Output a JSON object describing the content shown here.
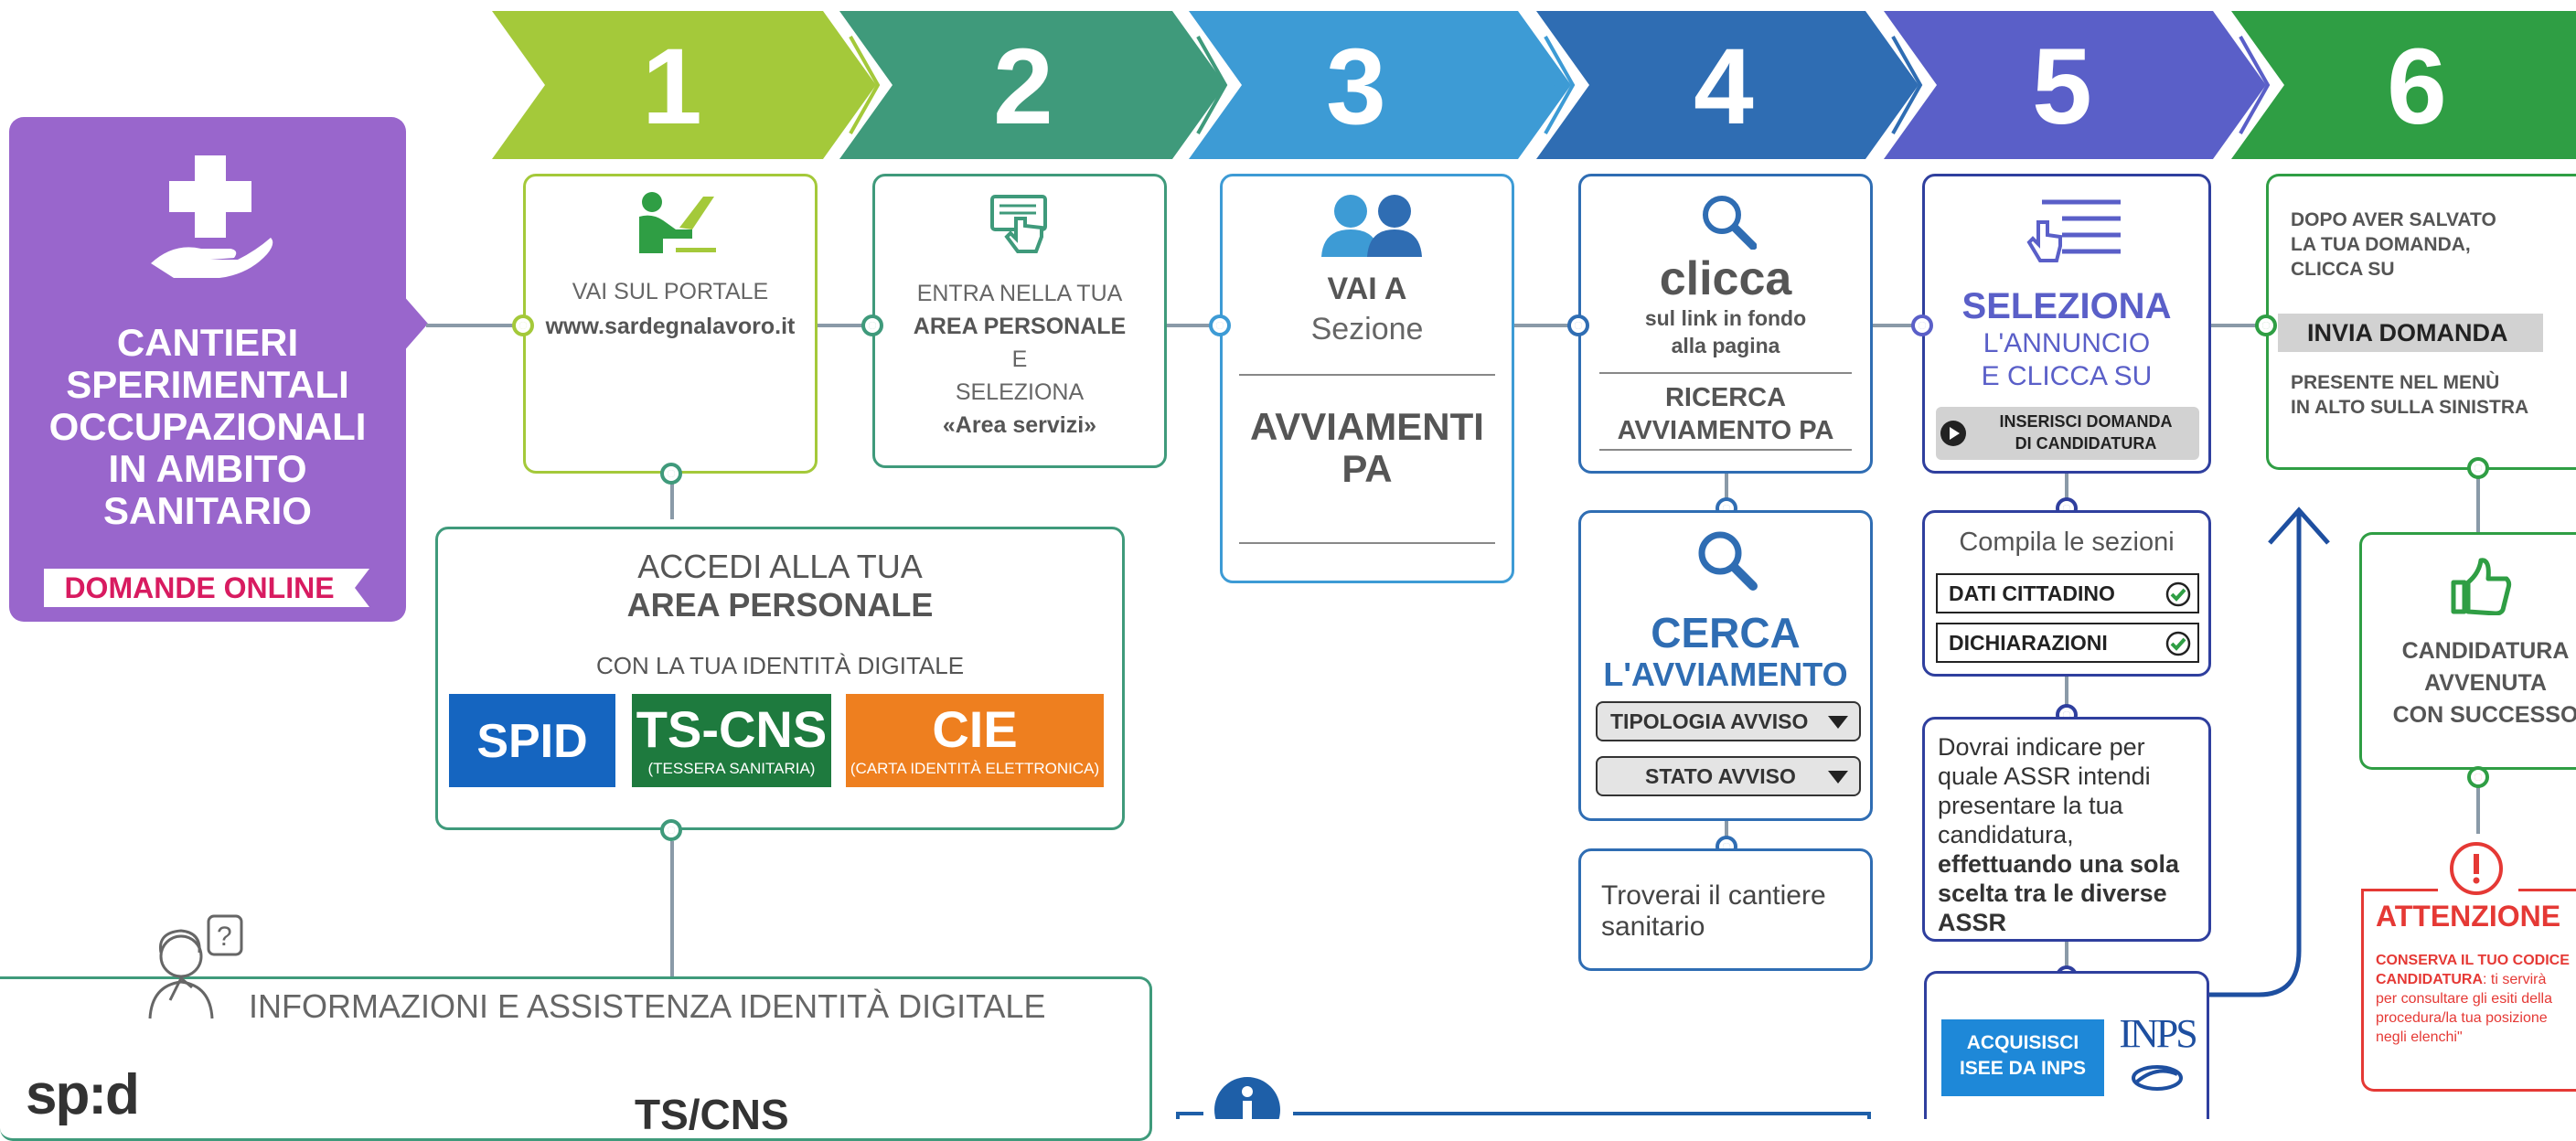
{
  "colors": {
    "step1": "#a4c93a",
    "step2": "#3f9a7b",
    "step3": "#3d9bd5",
    "step4": "#2f6db3",
    "step5": "#5a5fc8",
    "step6": "#2f9e44",
    "purple": "#9966cc",
    "red": "#e53935",
    "orange": "#ee7f1f"
  },
  "steps": [
    "1",
    "2",
    "3",
    "4",
    "5",
    "6"
  ],
  "title": {
    "line1": "CANTIERI",
    "line2": "SPERIMENTALI",
    "line3": "OCCUPAZIONALI",
    "line4": "IN AMBITO",
    "line5": "SANITARIO",
    "badge": "DOMANDE ONLINE"
  },
  "step1": {
    "line1": "VAI SUL PORTALE",
    "url": "www.sardegnalavoro.it"
  },
  "step2": {
    "line1": "ENTRA NELLA TUA",
    "line2": "AREA PERSONALE",
    "line3": "E",
    "line4": "SELEZIONA",
    "line5": "«Area servizi»"
  },
  "step3": {
    "line1": "VAI A",
    "line2": "Sezione",
    "line3": "AVVIAMENTI",
    "line4": "PA"
  },
  "step4": {
    "clicca": "clicca",
    "sub1": "sul link in fondo",
    "sub2": "alla pagina",
    "link1": "RICERCA",
    "link2": "AVVIAMENTO PA",
    "cerca1": "CERCA",
    "cerca2": "L'AVVIAMENTO",
    "filter1": "TIPOLOGIA AVVISO",
    "filter2": "STATO AVVISO",
    "found1": "Troverai il cantiere",
    "found2": "sanitario"
  },
  "step5": {
    "seleziona": "SELEZIONA",
    "line1": "L'ANNUNCIO",
    "line2": "E CLICCA SU",
    "btn1": "INSERISCI DOMANDA",
    "btn2": "DI CANDIDATURA",
    "compila": "Compila le sezioni",
    "sec1": "DATI CITTADINO",
    "sec2": "DICHIARAZIONI",
    "assr1": "Dovrai indicare per",
    "assr2": "quale ASSR intendi",
    "assr3": "presentare la tua",
    "assr4": "candidatura,",
    "assr5": "effettuando una sola",
    "assr6": "scelta tra le diverse",
    "assr7": "ASSR",
    "isee1": "ACQUISISCI",
    "isee2": "ISEE DA INPS",
    "inps": "INPS"
  },
  "step6": {
    "line1": "DOPO AVER SALVATO",
    "line2": "LA TUA DOMANDA,",
    "line3": "CLICCA SU",
    "invia": "INVIA DOMANDA",
    "menu1": "PRESENTE NEL MENÙ",
    "menu2": "IN ALTO SULLA SINISTRA",
    "ok1": "CANDIDATURA",
    "ok2": "AVVENUTA",
    "ok3": "CON SUCCESSO",
    "attenzione": "ATTENZIONE",
    "warn1": "CONSERVA IL TUO CODICE",
    "warn2": "CANDIDATURA",
    "warn2b": ": ti servirà",
    "warn3": "per consultare gli esiti della",
    "warn4": "procedura/la tua posizione",
    "warn5": "negli elenchi\""
  },
  "access": {
    "line1": "ACCEDI ALLA TUA",
    "line2": "AREA PERSONALE",
    "line3": "CON LA TUA IDENTITÀ DIGITALE",
    "spid": "SPID",
    "tscns": "TS-CNS",
    "tscns_sub": "(TESSERA SANITARIA)",
    "cie": "CIE",
    "cie_sub": "(CARTA IDENTITÀ ELETTRONICA)"
  },
  "info": {
    "title": "INFORMAZIONI E ASSISTENZA IDENTITÀ DIGITALE",
    "spid_logo": "sp:d",
    "tscns": "TS/CNS"
  }
}
